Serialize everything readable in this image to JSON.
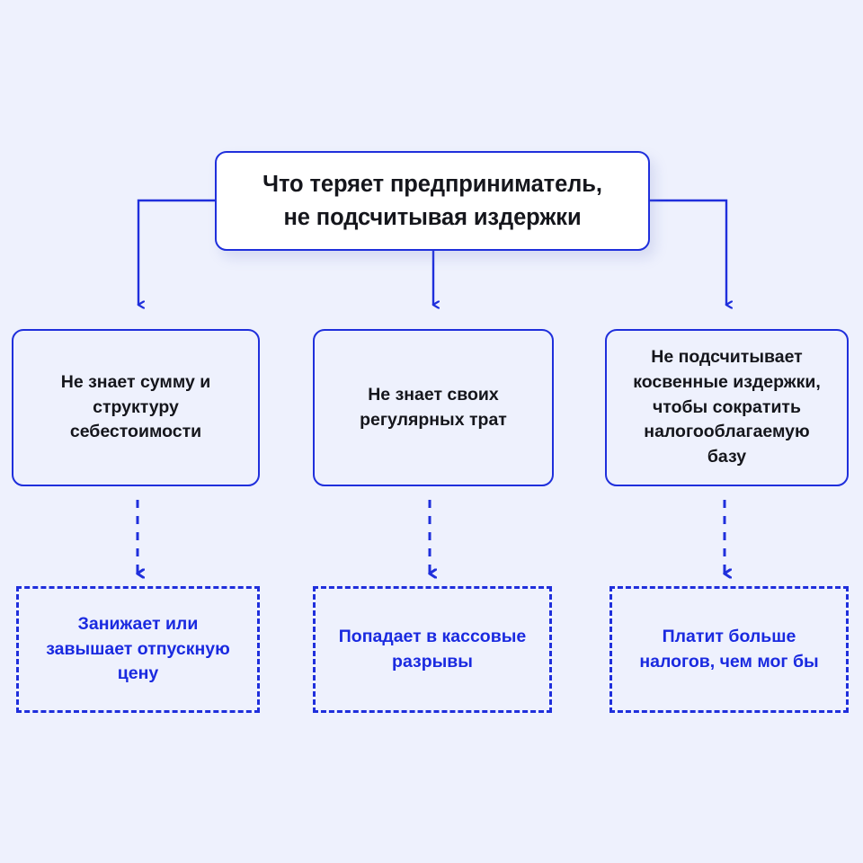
{
  "page": {
    "background_color": "#eef1fd",
    "accent_color": "#1f2fdc",
    "text_dark_color": "#15161c",
    "text_blue_color": "#1a2ae0"
  },
  "diagram": {
    "type": "flowchart",
    "root": {
      "label": "Что теряет предприниматель,\nне подсчитывая издержки"
    },
    "causes": [
      {
        "label": "Не знает сумму и\nструктуру\nсебестоимости"
      },
      {
        "label": "Не знает своих\nрегулярных трат"
      },
      {
        "label": "Не подсчитывает\nкосвенные издержки,\nчтобы сократить\nналогооблагаемую\nбазу"
      }
    ],
    "effects": [
      {
        "label": "Занижает или\nзавышает отпускную\nцену"
      },
      {
        "label": "Попадает в кассовые\nразрывы"
      },
      {
        "label": "Платит больше\nналогов, чем мог бы"
      }
    ],
    "connectors": [
      {
        "name": "root-to-cause-left",
        "style": "solid"
      },
      {
        "name": "root-to-cause-center",
        "style": "solid"
      },
      {
        "name": "root-to-cause-right",
        "style": "solid"
      },
      {
        "name": "cause-to-effect-left",
        "style": "dashed"
      },
      {
        "name": "cause-to-effect-center",
        "style": "dashed"
      },
      {
        "name": "cause-to-effect-right",
        "style": "dashed"
      }
    ]
  }
}
